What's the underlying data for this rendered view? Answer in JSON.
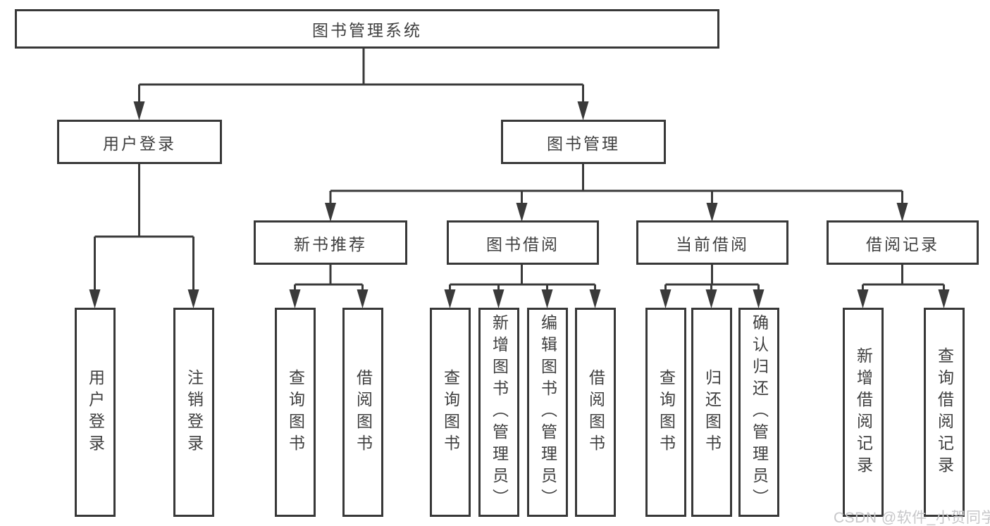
{
  "tree": {
    "label": "图书管理系统",
    "children": [
      {
        "label": "用户登录",
        "children": [
          {
            "label": "用户登录"
          },
          {
            "label": "注销登录"
          }
        ]
      },
      {
        "label": "图书管理",
        "children": [
          {
            "label": "新书推荐",
            "children": [
              {
                "label": "查询图书"
              },
              {
                "label": "借阅图书"
              }
            ]
          },
          {
            "label": "图书借阅",
            "children": [
              {
                "label": "查询图书"
              },
              {
                "label": "新增图书（管理员）"
              },
              {
                "label": "编辑图书（管理员）"
              },
              {
                "label": "借阅图书"
              }
            ]
          },
          {
            "label": "当前借阅",
            "children": [
              {
                "label": "查询图书"
              },
              {
                "label": "归还图书"
              },
              {
                "label": "确认归还（管理员）"
              }
            ]
          },
          {
            "label": "借阅记录",
            "children": [
              {
                "label": "新增借阅记录"
              },
              {
                "label": "查询借阅记录"
              }
            ]
          }
        ]
      }
    ]
  },
  "watermark": {
    "text": "CSDN @软件_小贺同学"
  },
  "colors": {
    "line": "#3a3a3a",
    "border": "#383838",
    "text": "#3f3f3f",
    "background": "#ffffff",
    "watermark": "#c7c7c9"
  }
}
